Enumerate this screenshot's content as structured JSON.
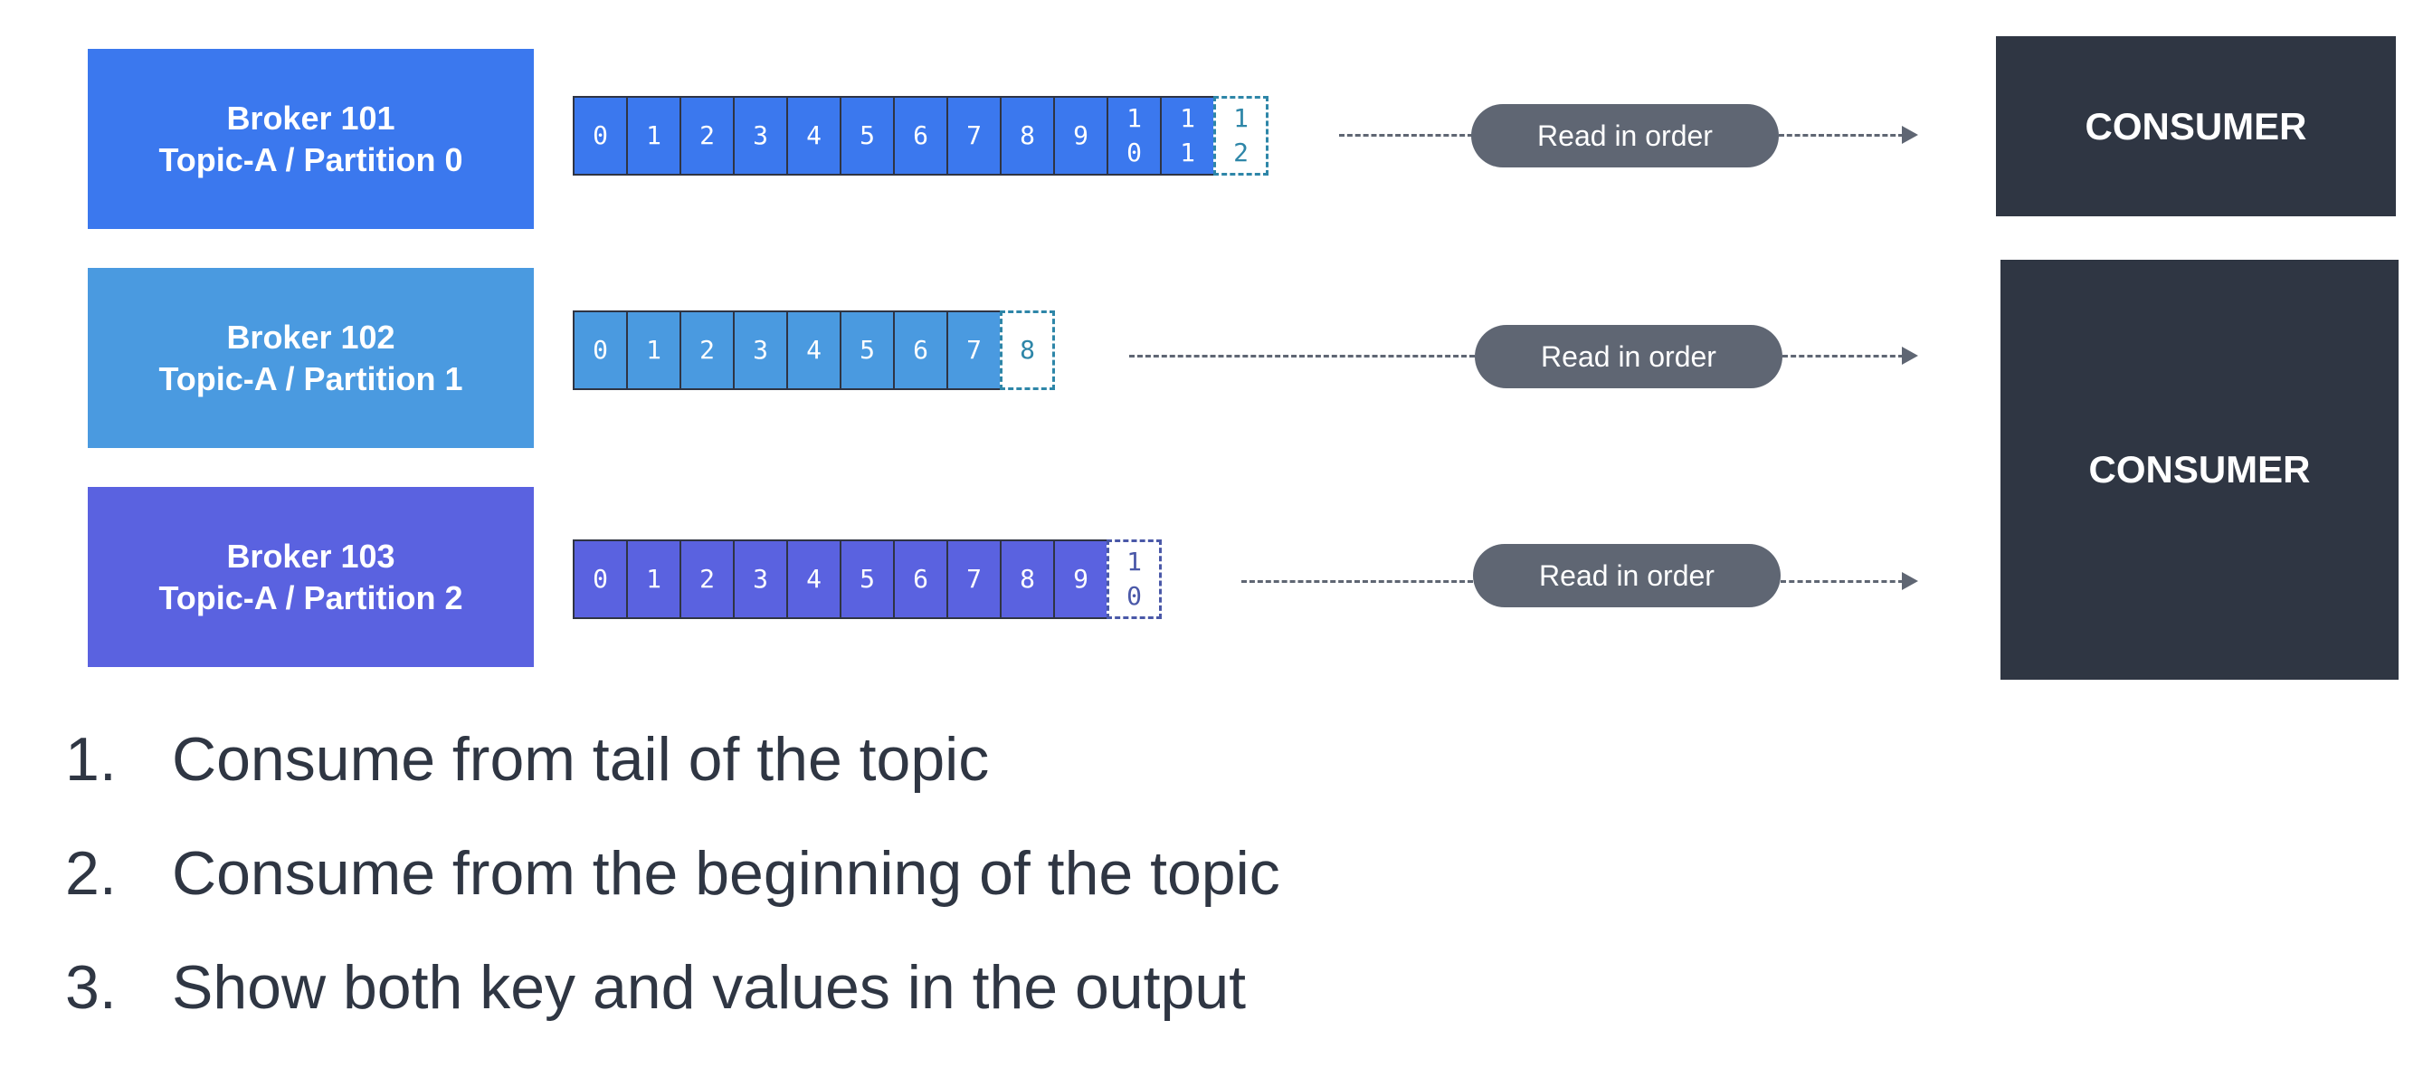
{
  "colors": {
    "broker1": "#3b78ee",
    "broker2": "#4a9ae0",
    "broker3": "#5a62e0",
    "consumer": "#2f3643",
    "pill": "#5f6673"
  },
  "rows": [
    {
      "broker_line1": "Broker 101",
      "broker_line2": "Topic-A / Partition 0",
      "offsets": [
        "0",
        "1",
        "2",
        "3",
        "4",
        "5",
        "6",
        "7",
        "8",
        "9",
        [
          "1",
          "0"
        ],
        [
          "1",
          "1"
        ]
      ],
      "pending": [
        "1",
        "2"
      ],
      "read_label": "Read in order"
    },
    {
      "broker_line1": "Broker 102",
      "broker_line2": "Topic-A / Partition 1",
      "offsets": [
        "0",
        "1",
        "2",
        "3",
        "4",
        "5",
        "6",
        "7"
      ],
      "pending": [
        "8"
      ],
      "read_label": "Read in order"
    },
    {
      "broker_line1": "Broker 103",
      "broker_line2": "Topic-A / Partition 2",
      "offsets": [
        "0",
        "1",
        "2",
        "3",
        "4",
        "5",
        "6",
        "7",
        "8",
        "9"
      ],
      "pending": [
        "1",
        "0"
      ],
      "read_label": "Read in order"
    }
  ],
  "consumers": [
    "CONSUMER",
    "CONSUMER"
  ],
  "steps": [
    {
      "num": "1.",
      "text": "Consume from tail of the topic"
    },
    {
      "num": "2.",
      "text": "Consume from the beginning of the topic"
    },
    {
      "num": "3.",
      "text": "Show both key and values in the output"
    }
  ]
}
